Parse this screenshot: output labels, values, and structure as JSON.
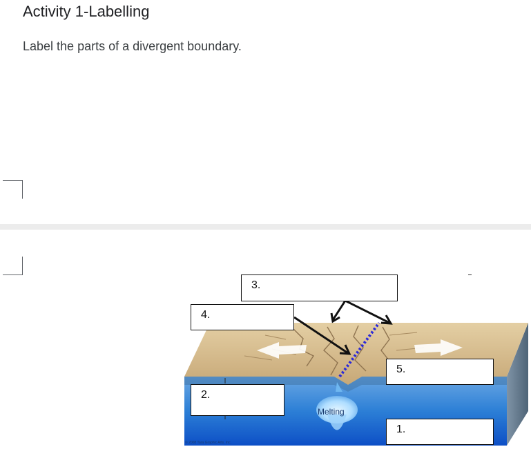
{
  "activity": {
    "title": "Activity 1-Labelling",
    "instruction": "Label the parts of a divergent boundary."
  },
  "diagram": {
    "labels": [
      "1.",
      "2.",
      "3.",
      "4.",
      "5."
    ],
    "melting_text": "Melting",
    "copyright_text": "© 2008 Tara Graphic Arts, Inc.",
    "colors": {
      "ocean_front": "#2c7fd6",
      "ocean_side": "#5f7891",
      "crust_top": "#d8be8f",
      "magma": "#bfe6ff",
      "rift_dots": "#2d2ad8"
    }
  }
}
